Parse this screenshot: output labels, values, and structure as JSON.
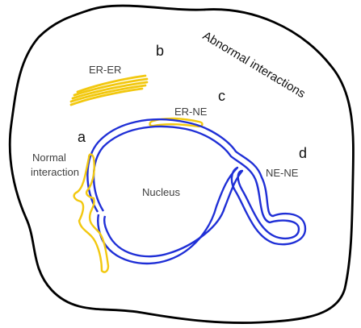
{
  "colors": {
    "cell_outline": "#000000",
    "er": "#f2c80f",
    "nucleus": "#1f2fd6",
    "background": "#ffffff",
    "text": "#3f3f3f"
  },
  "labels": {
    "a": "a",
    "b": "b",
    "c": "c",
    "d": "d",
    "er_er": "ER-ER",
    "er_ne": "ER-NE",
    "ne_ne": "NE-NE",
    "nucleus": "Nucleus",
    "normal_line1": "Normal",
    "normal_line2": "interaction",
    "abnormal": "Abnormal interactions"
  }
}
